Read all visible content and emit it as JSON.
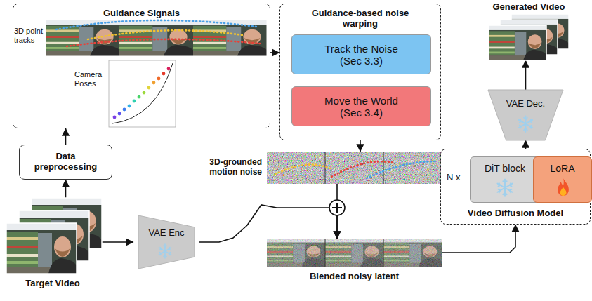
{
  "diagram": {
    "nodes": [
      {
        "text": [
          "Guidance Signals"
        ]
      },
      {
        "text": [
          "Guidance-based noise warping"
        ]
      },
      {
        "text": [
          "Track the Noise (Sec 3.3)"
        ],
        "in": 1
      },
      {
        "text": [
          "Move the World (Sec 3.4)"
        ],
        "in": 1
      },
      {
        "text": [
          "Generated Video"
        ]
      },
      {
        "text": [
          "VAE Dec."
        ]
      },
      {
        "text": [
          "3D-grounded motion noise"
        ]
      },
      {
        "text": [
          "Data preprocessing"
        ]
      },
      {
        "text": [
          "Video Diffusion Model"
        ]
      },
      {
        "text": [
          "DiT block"
        ],
        "in": 8
      },
      {
        "text": [
          "LoRA"
        ],
        "in": 8
      },
      {
        "text": [
          "VAE Enc"
        ]
      },
      {
        "text": [
          "Blended noisy latent"
        ]
      },
      {
        "text": [
          "Target Video"
        ]
      }
    ],
    "edges": [
      {
        "from": 13,
        "to": 7,
        "arrow": "to"
      },
      {
        "from": 7,
        "to": 0,
        "arrow": "to"
      },
      {
        "from": 0,
        "to": 1,
        "arrow": "to"
      },
      {
        "from": 1,
        "to": 6,
        "arrow": "to"
      },
      {
        "from": 13,
        "to": 11,
        "arrow": "to"
      },
      {
        "from": 11,
        "to": 12,
        "arrow": "to"
      },
      {
        "from": 6,
        "to": 12,
        "arrow": "to"
      },
      {
        "from": 12,
        "to": 8,
        "arrow": "to"
      },
      {
        "from": 8,
        "to": 5,
        "arrow": "to"
      },
      {
        "from": 5,
        "to": 4,
        "arrow": "to"
      }
    ],
    "labels": [
      "3D point tracks",
      "Camera Poses",
      "N x"
    ]
  }
}
